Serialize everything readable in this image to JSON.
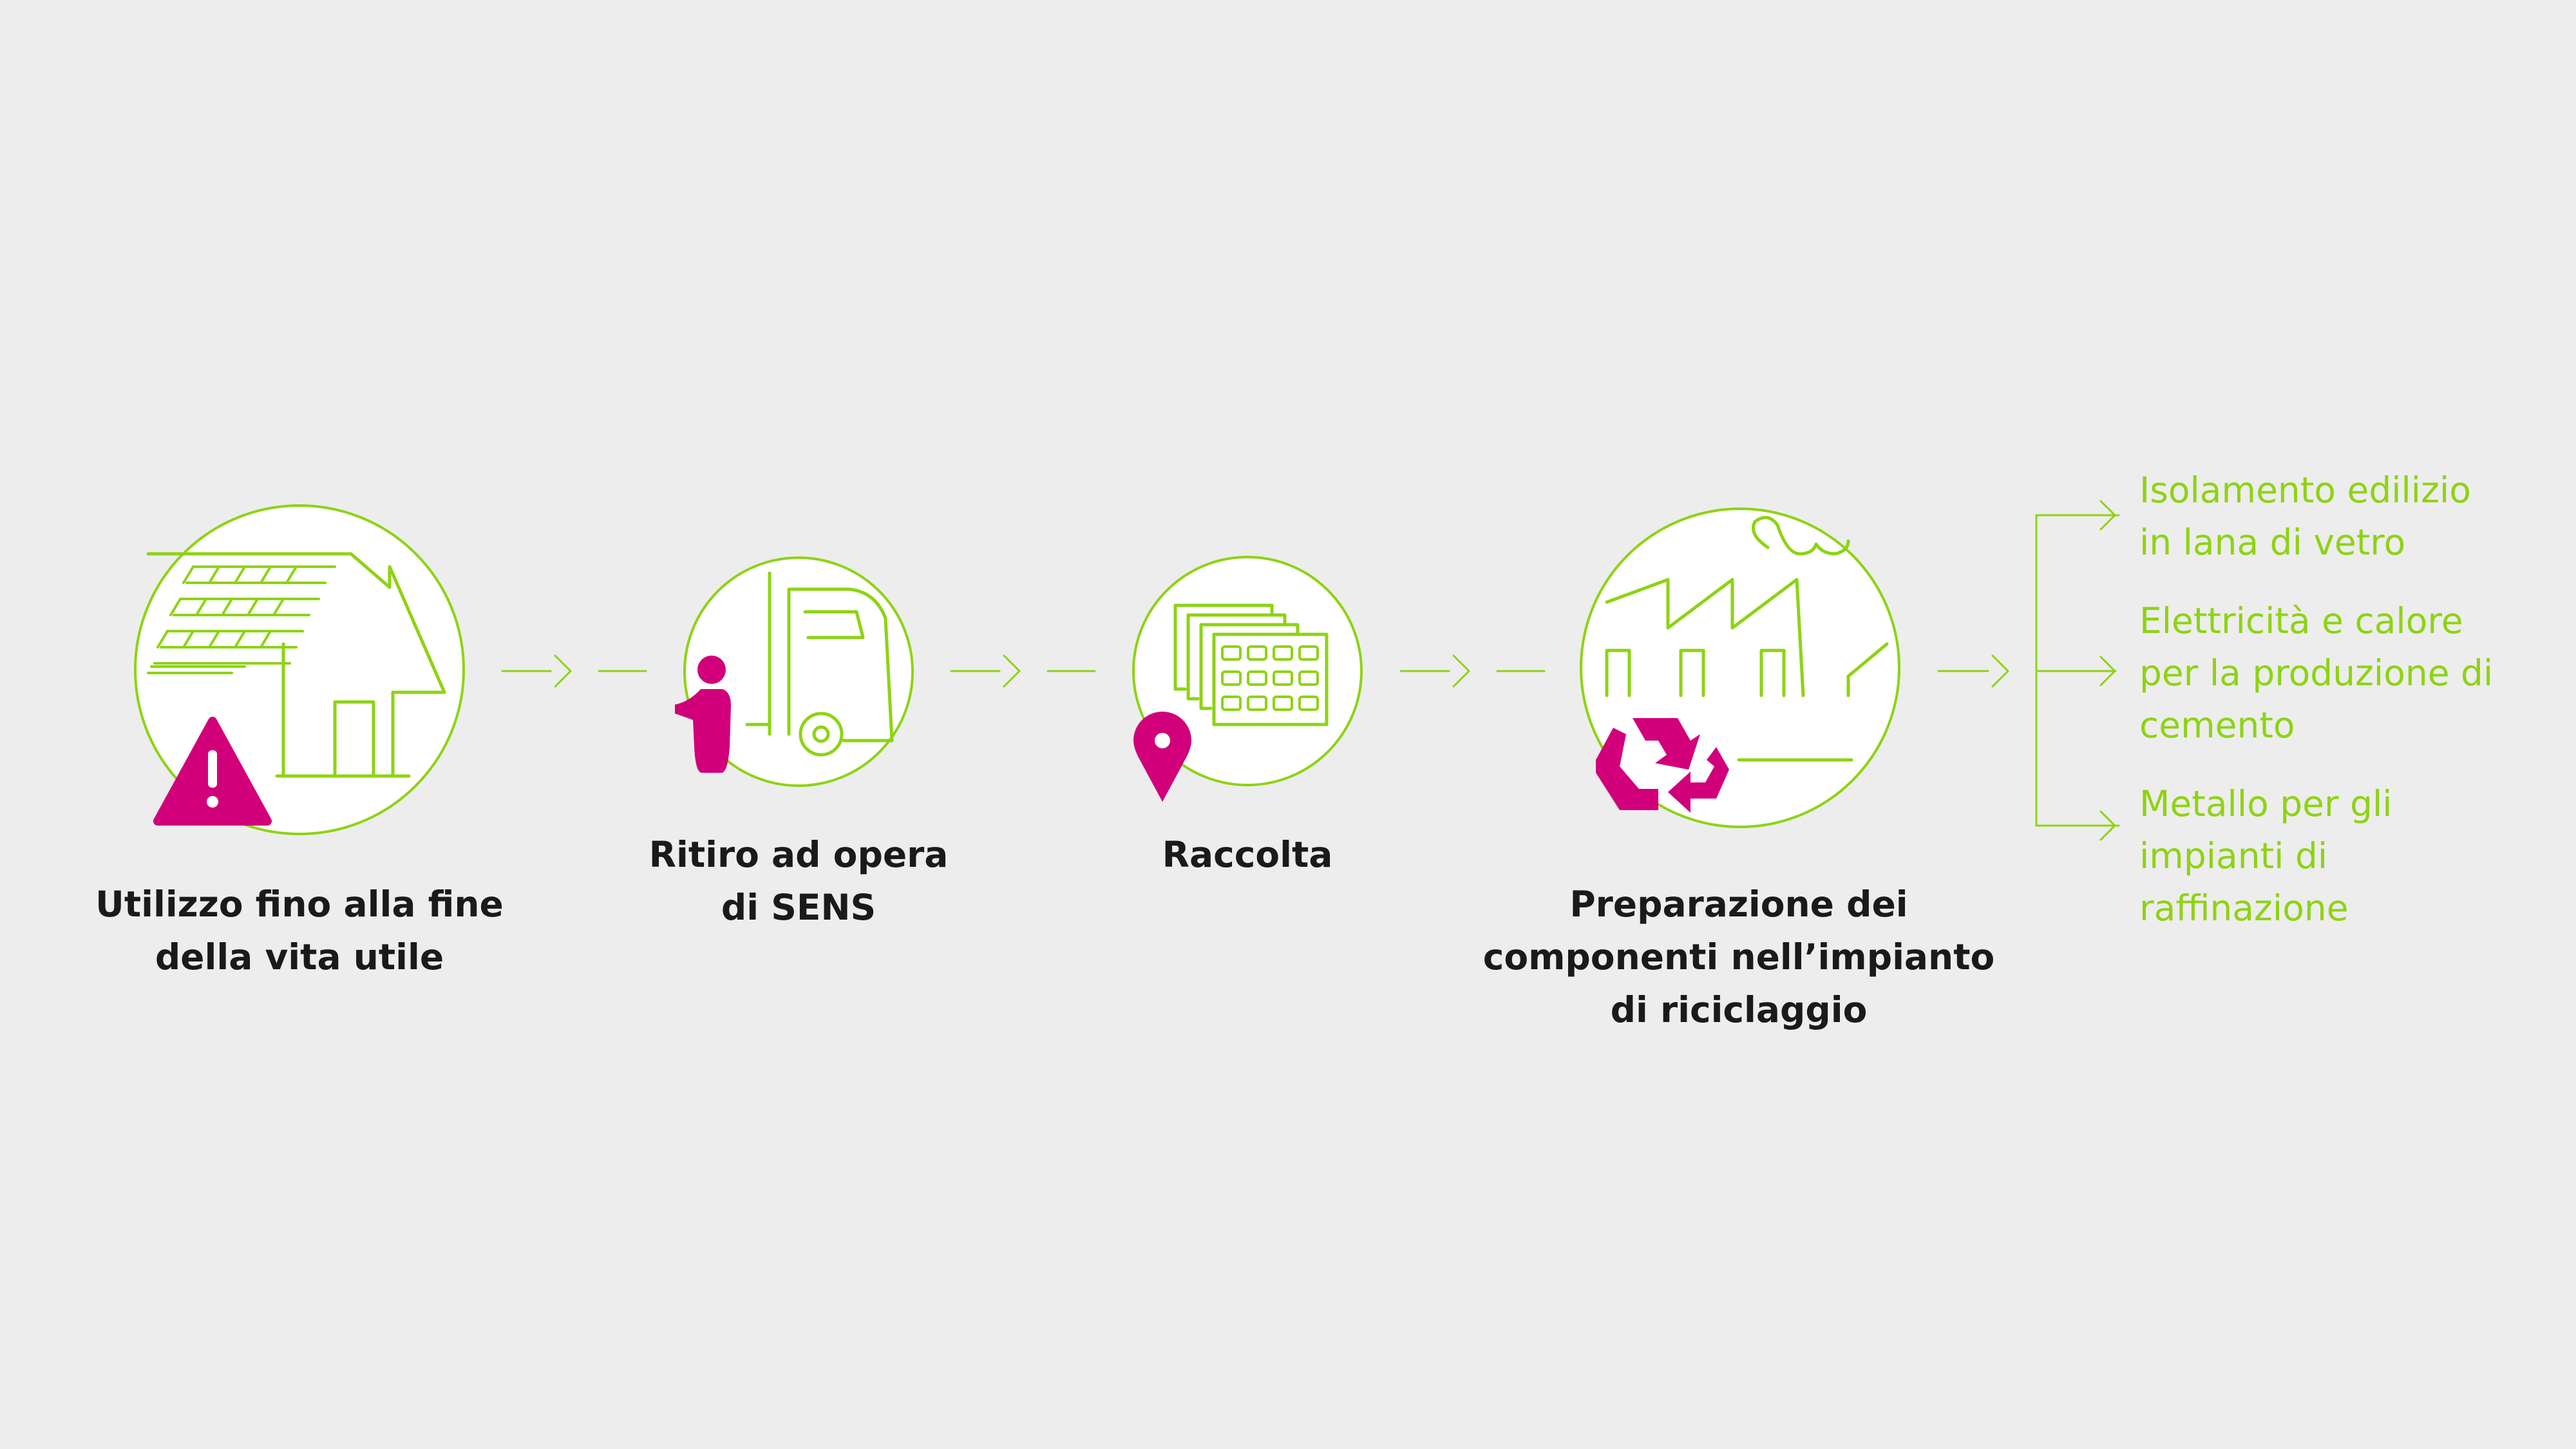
{
  "colors": {
    "background": "#ededed",
    "green": "#8ed313",
    "magenta": "#d1007a",
    "text": "#1a1a1a"
  },
  "steps": [
    {
      "icon": "house-with-solar-panels-icon",
      "badge": "warning-triangle-icon",
      "label_lines": [
        "Utilizzo fino alla fine",
        "della vita utile"
      ]
    },
    {
      "icon": "truck-icon",
      "badge": "person-icon",
      "label_lines": [
        "Ritiro ad opera",
        "di SENS"
      ]
    },
    {
      "icon": "stacked-panels-icon",
      "badge": "location-pin-icon",
      "label_lines": [
        "Raccolta"
      ]
    },
    {
      "icon": "factory-icon",
      "badge": "recycle-icon",
      "label_lines": [
        "Preparazione dei",
        "componenti nell’impianto",
        "di riciclaggio"
      ]
    }
  ],
  "outputs": [
    {
      "lines": [
        "Isolamento edilizio",
        "in lana di vetro"
      ]
    },
    {
      "lines": [
        "Elettricità e calore",
        "per la produzione di",
        "cemento"
      ]
    },
    {
      "lines": [
        "Metallo per gli",
        "impianti di",
        "raffinazione"
      ]
    }
  ]
}
